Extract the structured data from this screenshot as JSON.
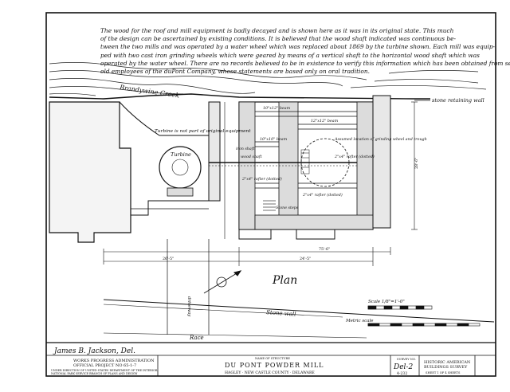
{
  "note_lines": [
    "The wood for the roof and mill equipment is badly decayed and is shown here as it was in its original state. This much",
    "of the design can be ascertained by existing conditions. It is believed that the wood shaft indicated was continuous be-",
    "tween the two mills and was operated by a water wheel which was replaced about 1869 by the turbine shown. Each mill was equip-",
    "ped with two cast iron grinding wheels which were geared by means of a vertical shaft to the horizontal wood shaft which was",
    "operated by the water wheel. There are no records believed to be in existence to verify this information which has been obtained from several",
    "old employees of the duPont Company, whose statements are based only on oral tradition."
  ],
  "labels": {
    "creek": "Brandywine Creek",
    "stone_retaining_wall": "stone retaining wall",
    "turbine_note": "Turbine is not part of original equipment",
    "turbine": "Turbine",
    "beam_1": "10\"x12\" beam",
    "beam_2": "12\"x12\" beam",
    "beam_3": "10\"x10\" beam",
    "iron_shaft": "iron shaft",
    "wood_shaft": "wood shaft",
    "rafter_1": "2\"x4\" rafter (dotted)",
    "rafter_2": "2\"x4\" rafter (dotted)",
    "rafter_3": "2\"x4\" rafter (dotted)",
    "assumed_location": "Assumed location of grinding wheel and trough",
    "stone_steps": "Stone steps",
    "driveway": "driveway",
    "plan": "Plan",
    "stone_wall": "Stone wall",
    "race": "Race",
    "scale": "Scale 1/8\"=1'-0\"",
    "metric_scale": "Metric scale",
    "dim_overall_top": "75'-6\"",
    "dim_left": "26'-5\"",
    "dim_right": "24'-5\"",
    "dim_height": "28'-6\""
  },
  "title_block": {
    "delineator": "James B. Jackson, Del.",
    "agency_1": "WORKS PROGRESS ADMINISTRATION",
    "agency_2": "OFFICIAL PROJECT NO 65-1-7",
    "agency_3": "UNDER DIRECTION OF UNITED STATES DEPARTMENT OF THE INTERIOR",
    "agency_4": "NATIONAL PARK SERVICE BRANCH OF PLANS AND DESIGN",
    "name_caption": "NAME OF STRUCTURE",
    "structure_name": "DU PONT POWDER MILL",
    "location": "HAGLEY · NEW CASTLE COUNTY · DELAWARE",
    "survey_no_caption": "SURVEY NO.",
    "survey_no": "Del-2",
    "survey_code": "4-232",
    "survey_title_1": "HISTORIC AMERICAN",
    "survey_title_2": "BUILDINGS SURVEY",
    "sheet_info": "SHEET 1 OF 4 SHEETS"
  }
}
